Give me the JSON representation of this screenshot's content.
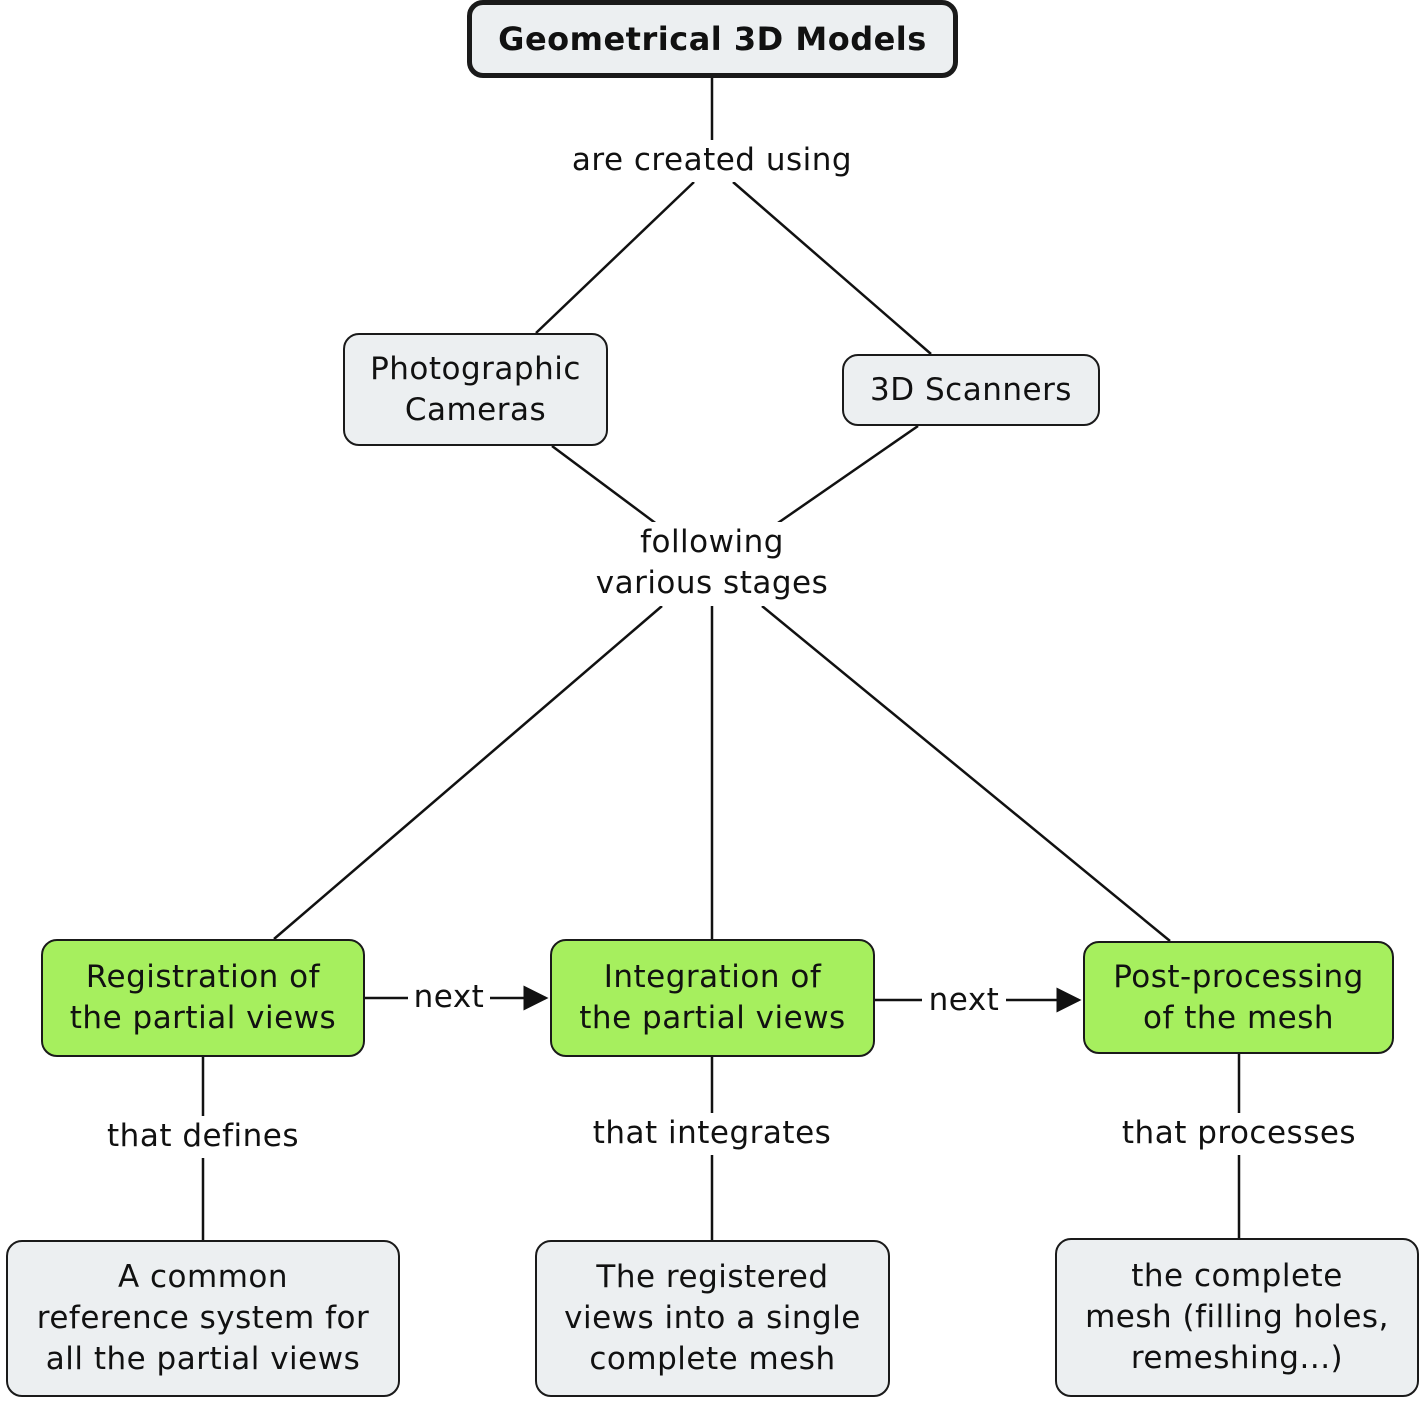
{
  "nodes": {
    "root": "Geometrical 3D Models",
    "cameras": "Photographic\nCameras",
    "scanners": "3D Scanners",
    "registration": "Registration of\nthe partial views",
    "integration": "Integration of\nthe partial views",
    "postprocessing": "Post-processing\nof the mesh",
    "reference": "A common\nreference system for\nall the partial views",
    "single_mesh": "The registered\nviews into a single\ncomplete mesh",
    "complete_mesh": "the complete\nmesh (filling holes,\nremeshing...)"
  },
  "links": {
    "created_using": "are created using",
    "following_stages": "following\nvarious stages",
    "next_1": "next",
    "next_2": "next",
    "defines": "that defines",
    "integrates": "that integrates",
    "processes": "that processes"
  },
  "colors": {
    "stage_fill": "#a6ef5e",
    "node_fill": "#eceff1",
    "line": "#111111"
  }
}
